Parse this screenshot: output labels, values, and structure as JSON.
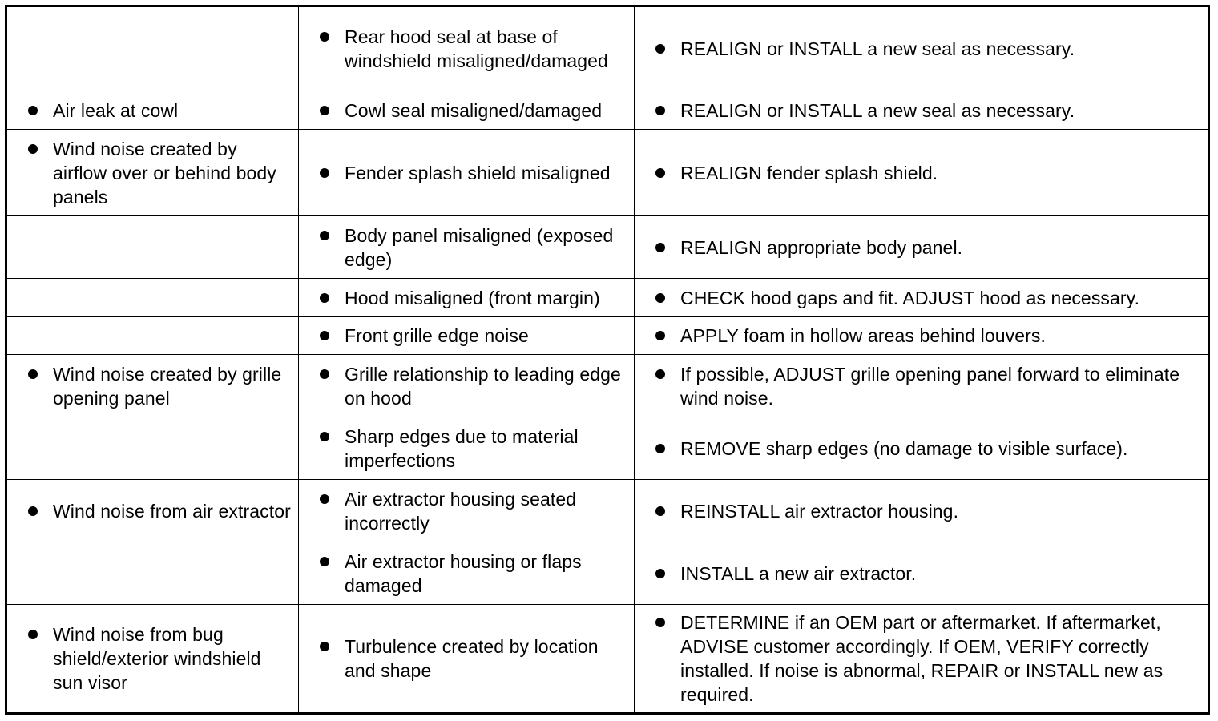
{
  "table": {
    "rows": [
      {
        "condition": "",
        "cause": "Rear hood seal at base of windshield misaligned/damaged",
        "action": "REALIGN or INSTALL a new seal as necessary."
      },
      {
        "condition": "Air leak at cowl",
        "cause": "Cowl seal misaligned/damaged",
        "action": "REALIGN or INSTALL a new seal as necessary."
      },
      {
        "condition": "Wind noise created by airflow over or behind body panels",
        "cause": "Fender splash shield misaligned",
        "action": "REALIGN fender splash shield."
      },
      {
        "condition": "",
        "cause": "Body panel misaligned (exposed edge)",
        "action": "REALIGN appropriate body panel."
      },
      {
        "condition": "",
        "cause": "Hood misaligned (front margin)",
        "action": "CHECK hood gaps and fit. ADJUST hood as necessary."
      },
      {
        "condition": "",
        "cause": "Front grille edge noise",
        "action": "APPLY foam in hollow areas behind louvers."
      },
      {
        "condition": "Wind noise created by grille opening panel",
        "cause": "Grille relationship to leading edge on hood",
        "action": "If possible, ADJUST grille opening panel forward to eliminate wind noise."
      },
      {
        "condition": "",
        "cause": "Sharp edges due to material imperfections",
        "action": "REMOVE sharp edges (no damage to visible surface)."
      },
      {
        "condition": "Wind noise from air extractor",
        "cause": "Air extractor housing seated incorrectly",
        "action": "REINSTALL air extractor housing."
      },
      {
        "condition": "",
        "cause": "Air extractor housing or flaps damaged",
        "action": "INSTALL a new air extractor."
      },
      {
        "condition": "Wind noise from bug shield/exterior windshield sun visor",
        "cause": "Turbulence created by location and shape",
        "action": "DETERMINE if an OEM part or aftermarket. If aftermarket, ADVISE customer accordingly. If OEM, VERIFY correctly installed. If noise is abnormal, REPAIR or INSTALL new as required."
      }
    ]
  }
}
